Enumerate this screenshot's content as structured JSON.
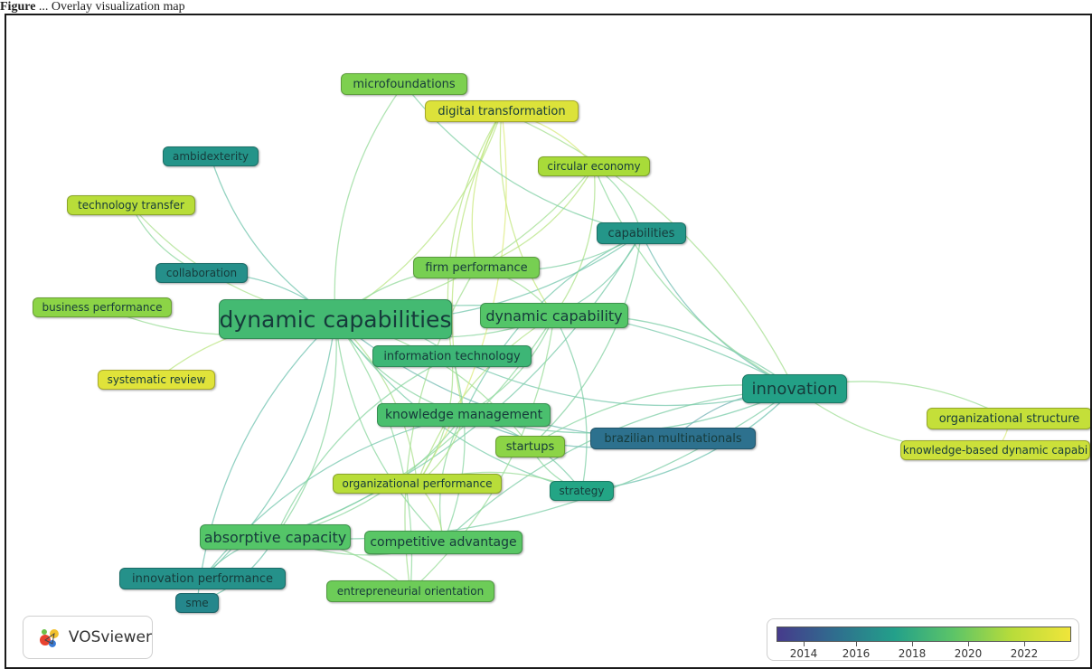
{
  "caption": {
    "prefix": "Figure",
    "rest": " ... Overlay visualization map"
  },
  "legend": {
    "ticks": [
      "2014",
      "2016",
      "2018",
      "2020",
      "2022"
    ],
    "gradient": [
      "#463b8c",
      "#2f6e8e",
      "#23a08a",
      "#5cc468",
      "#b8dc3a",
      "#f0e53a"
    ]
  },
  "logo": {
    "text": "VOSviewer"
  },
  "nodes": [
    {
      "id": "microfoundations",
      "label": "microfoundations",
      "year": 2020.3
    },
    {
      "id": "digital_transformation",
      "label": "digital transformation",
      "year": 2022.5
    },
    {
      "id": "ambidexterity",
      "label": "ambidexterity",
      "year": 2017.3
    },
    {
      "id": "circular_economy",
      "label": "circular economy",
      "year": 2021.2
    },
    {
      "id": "technology_transfer",
      "label": "technology transfer",
      "year": 2021.6
    },
    {
      "id": "capabilities",
      "label": "capabilities",
      "year": 2017.4
    },
    {
      "id": "firm_performance",
      "label": "firm performance",
      "year": 2020.2
    },
    {
      "id": "collaboration",
      "label": "collaboration",
      "year": 2017.1
    },
    {
      "id": "business_performance",
      "label": "business performance",
      "year": 2020.6
    },
    {
      "id": "dynamic_capabilities",
      "label": "dynamic capabilities",
      "year": 2019.0
    },
    {
      "id": "dynamic_capability",
      "label": "dynamic capability",
      "year": 2019.5
    },
    {
      "id": "information_technology",
      "label": "information technology",
      "year": 2018.8
    },
    {
      "id": "systematic_review",
      "label": "systematic review",
      "year": 2022.6
    },
    {
      "id": "innovation",
      "label": "innovation",
      "year": 2017.8
    },
    {
      "id": "knowledge_management",
      "label": "knowledge management",
      "year": 2019.2
    },
    {
      "id": "organizational_structure",
      "label": "organizational structure",
      "year": 2021.9
    },
    {
      "id": "startups",
      "label": "startups",
      "year": 2020.6
    },
    {
      "id": "brazilian_multinationals",
      "label": "brazilian multinationals",
      "year": 2015.8
    },
    {
      "id": "knowledge_based_dc",
      "label": "knowledge-based dynamic capabi",
      "year": 2022.1
    },
    {
      "id": "organizational_performance",
      "label": "organizational performance",
      "year": 2021.6
    },
    {
      "id": "strategy",
      "label": "strategy",
      "year": 2018.0
    },
    {
      "id": "absorptive_capacity",
      "label": "absorptive capacity",
      "year": 2019.5
    },
    {
      "id": "competitive_advantage",
      "label": "competitive advantage",
      "year": 2019.6
    },
    {
      "id": "innovation_performance",
      "label": "innovation performance",
      "year": 2017.2
    },
    {
      "id": "sme",
      "label": "sme",
      "year": 2016.8
    },
    {
      "id": "entrepreneurial_orientation",
      "label": "entrepreneurial orientation",
      "year": 2020.0
    }
  ],
  "links": [
    [
      "dynamic_capabilities",
      "microfoundations"
    ],
    [
      "dynamic_capabilities",
      "digital_transformation"
    ],
    [
      "dynamic_capabilities",
      "ambidexterity"
    ],
    [
      "dynamic_capabilities",
      "circular_economy"
    ],
    [
      "dynamic_capabilities",
      "technology_transfer"
    ],
    [
      "dynamic_capabilities",
      "capabilities"
    ],
    [
      "dynamic_capabilities",
      "firm_performance"
    ],
    [
      "dynamic_capabilities",
      "collaboration"
    ],
    [
      "dynamic_capabilities",
      "business_performance"
    ],
    [
      "dynamic_capabilities",
      "dynamic_capability"
    ],
    [
      "dynamic_capabilities",
      "information_technology"
    ],
    [
      "dynamic_capabilities",
      "systematic_review"
    ],
    [
      "dynamic_capabilities",
      "innovation"
    ],
    [
      "dynamic_capabilities",
      "knowledge_management"
    ],
    [
      "dynamic_capabilities",
      "startups"
    ],
    [
      "dynamic_capabilities",
      "brazilian_multinationals"
    ],
    [
      "dynamic_capabilities",
      "organizational_performance"
    ],
    [
      "dynamic_capabilities",
      "strategy"
    ],
    [
      "dynamic_capabilities",
      "absorptive_capacity"
    ],
    [
      "dynamic_capabilities",
      "competitive_advantage"
    ],
    [
      "dynamic_capabilities",
      "innovation_performance"
    ],
    [
      "dynamic_capabilities",
      "sme"
    ],
    [
      "dynamic_capabilities",
      "entrepreneurial_orientation"
    ],
    [
      "technology_transfer",
      "collaboration"
    ],
    [
      "innovation",
      "organizational_structure"
    ],
    [
      "innovation",
      "knowledge_based_dc"
    ],
    [
      "innovation",
      "capabilities"
    ],
    [
      "innovation",
      "digital_transformation"
    ],
    [
      "innovation",
      "circular_economy"
    ],
    [
      "innovation",
      "dynamic_capability"
    ],
    [
      "innovation",
      "knowledge_management"
    ],
    [
      "innovation",
      "brazilian_multinationals"
    ],
    [
      "innovation",
      "strategy"
    ],
    [
      "innovation",
      "startups"
    ],
    [
      "innovation",
      "information_technology"
    ],
    [
      "innovation",
      "competitive_advantage"
    ],
    [
      "innovation",
      "absorptive_capacity"
    ],
    [
      "dynamic_capability",
      "capabilities"
    ],
    [
      "dynamic_capability",
      "digital_transformation"
    ],
    [
      "dynamic_capability",
      "firm_performance"
    ],
    [
      "dynamic_capability",
      "knowledge_management"
    ],
    [
      "dynamic_capability",
      "circular_economy"
    ],
    [
      "dynamic_capability",
      "strategy"
    ],
    [
      "dynamic_capability",
      "organizational_performance"
    ],
    [
      "dynamic_capability",
      "absorptive_capacity"
    ],
    [
      "capabilities",
      "knowledge_management"
    ],
    [
      "capabilities",
      "firm_performance"
    ],
    [
      "capabilities",
      "circular_economy"
    ],
    [
      "capabilities",
      "absorptive_capacity"
    ],
    [
      "digital_transformation",
      "firm_performance"
    ],
    [
      "digital_transformation",
      "circular_economy"
    ],
    [
      "digital_transformation",
      "knowledge_management"
    ],
    [
      "digital_transformation",
      "organizational_performance"
    ],
    [
      "digital_transformation",
      "information_technology"
    ],
    [
      "knowledge_management",
      "absorptive_capacity"
    ],
    [
      "knowledge_management",
      "competitive_advantage"
    ],
    [
      "knowledge_management",
      "organizational_performance"
    ],
    [
      "knowledge_management",
      "innovation_performance"
    ],
    [
      "knowledge_management",
      "strategy"
    ],
    [
      "knowledge_management",
      "brazilian_multinationals"
    ],
    [
      "information_technology",
      "competitive_advantage"
    ],
    [
      "information_technology",
      "absorptive_capacity"
    ],
    [
      "information_technology",
      "organizational_performance"
    ],
    [
      "absorptive_capacity",
      "innovation_performance"
    ],
    [
      "absorptive_capacity",
      "sme"
    ],
    [
      "absorptive_capacity",
      "competitive_advantage"
    ],
    [
      "absorptive_capacity",
      "entrepreneurial_orientation"
    ],
    [
      "competitive_advantage",
      "organizational_performance"
    ],
    [
      "entrepreneurial_orientation",
      "firm_performance"
    ],
    [
      "entrepreneurial_orientation",
      "dynamic_capability"
    ],
    [
      "strategy",
      "startups"
    ],
    [
      "startups",
      "capabilities"
    ],
    [
      "organizational_structure",
      "knowledge_based_dc"
    ],
    [
      "firm_performance",
      "circular_economy"
    ],
    [
      "organizational_performance",
      "strategy"
    ],
    [
      "microfoundations",
      "capabilities"
    ]
  ]
}
